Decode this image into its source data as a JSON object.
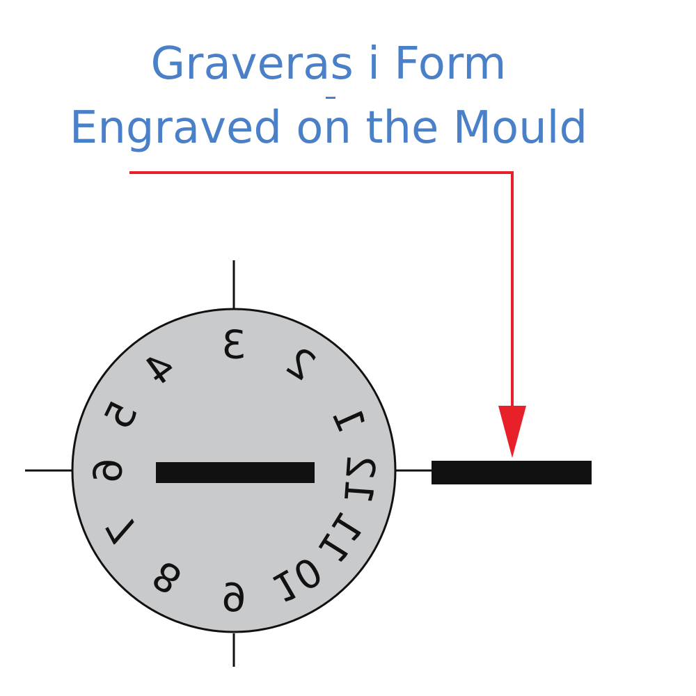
{
  "title": {
    "line1": "Graveras i Form",
    "separator": "-",
    "line2": "Engraved on the Mould"
  },
  "colors": {
    "title": "#4a80c8",
    "arrow": "#e8202a",
    "dial_fill": "#c9cacc",
    "ink": "#111111"
  },
  "dial": {
    "numbers": [
      "1",
      "2",
      "3",
      "4",
      "5",
      "6",
      "7",
      "8",
      "9",
      "10",
      "11",
      "12"
    ]
  }
}
